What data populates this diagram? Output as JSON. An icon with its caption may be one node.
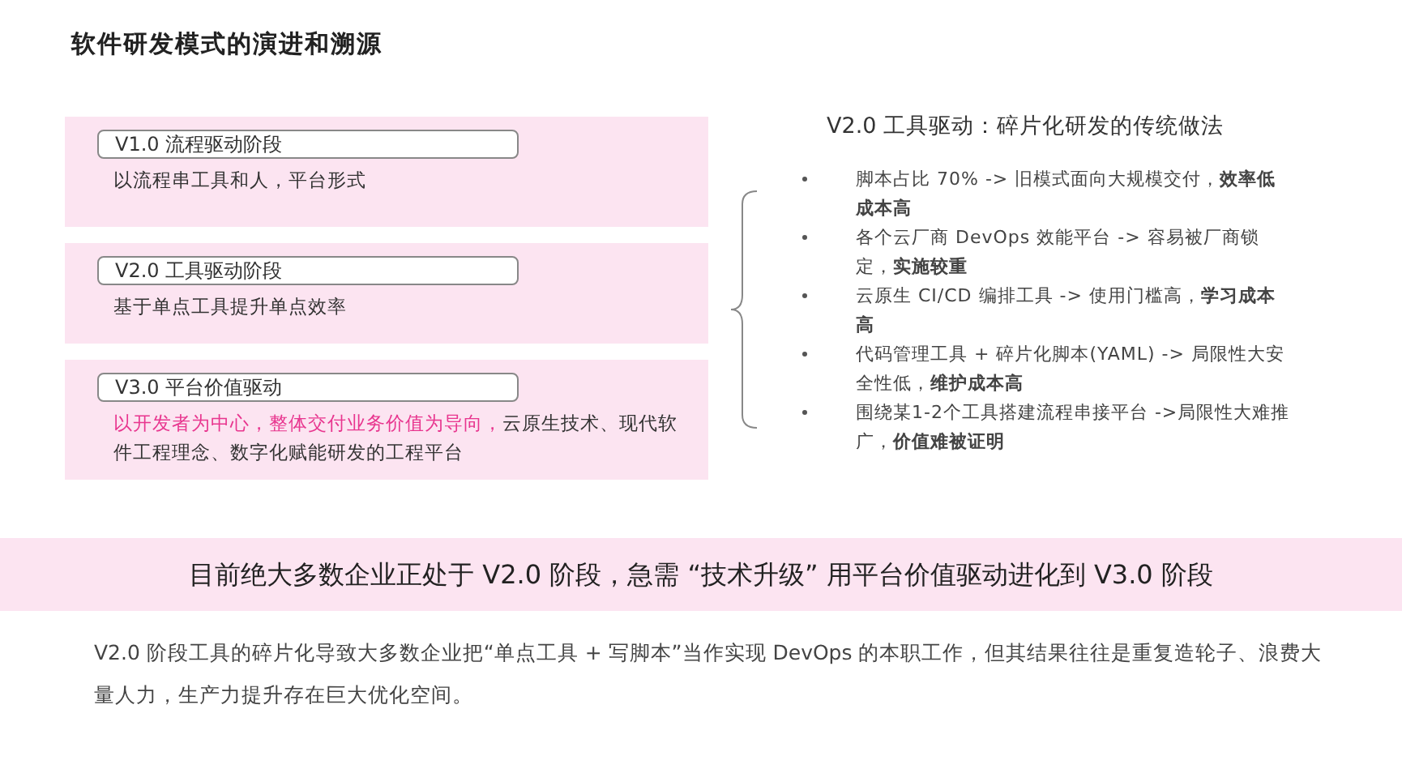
{
  "diagram": {
    "title": "软件研发模式的演进和溯源",
    "nodes": [
      {
        "text": [
          "以流程串工具和人，平台形式"
        ]
      },
      {
        "text": [
          "V1.0 流程驱动阶段"
        ],
        "in": 0
      },
      {
        "text": [
          "基于单点工具提升单点效率"
        ]
      },
      {
        "text": [
          "V2.0 工具驱动阶段"
        ],
        "in": 2
      },
      {
        "text": [
          "以开发者为中心，整体交付业务价值为导向，",
          "云原生技术、现代软件工程理念、数字化赋能研发的工程平台"
        ]
      },
      {
        "text": [
          "V3.0 平台价值驱动"
        ],
        "in": 4
      },
      {
        "text": [
          "目前绝大多数企业正处于 V2.0 阶段，急需 “技术升级” 用平台价值驱动进化到 V3.0 阶段"
        ]
      }
    ],
    "labels": [
      "V2.0 工具驱动：碎片化研发的传统做法",
      "脚本占比 70% -> 旧模式面向大规模交付，**效率低成本高**",
      "各个云厂商 DevOps 效能平台 -> 容易被厂商锁定，**实施较重**",
      "云原生 CI/CD 编排工具 -> 使用门槛高，**学习成本高**",
      "代码管理工具 + 碎片化脚本(YAML) -> 局限性大安全性低，**维护成本高**",
      "围绕某1-2个工具搭建流程串接平台 ->局限性大难推广，**价值难被证明**",
      "V2.0 阶段工具的碎片化导致大多数企业把“单点工具 + 写脚本”当作实现 DevOps 的本职工作，但其结果往往是重复造轮子、浪费大量人力，生产力提升存在巨大优化空间。"
    ]
  }
}
